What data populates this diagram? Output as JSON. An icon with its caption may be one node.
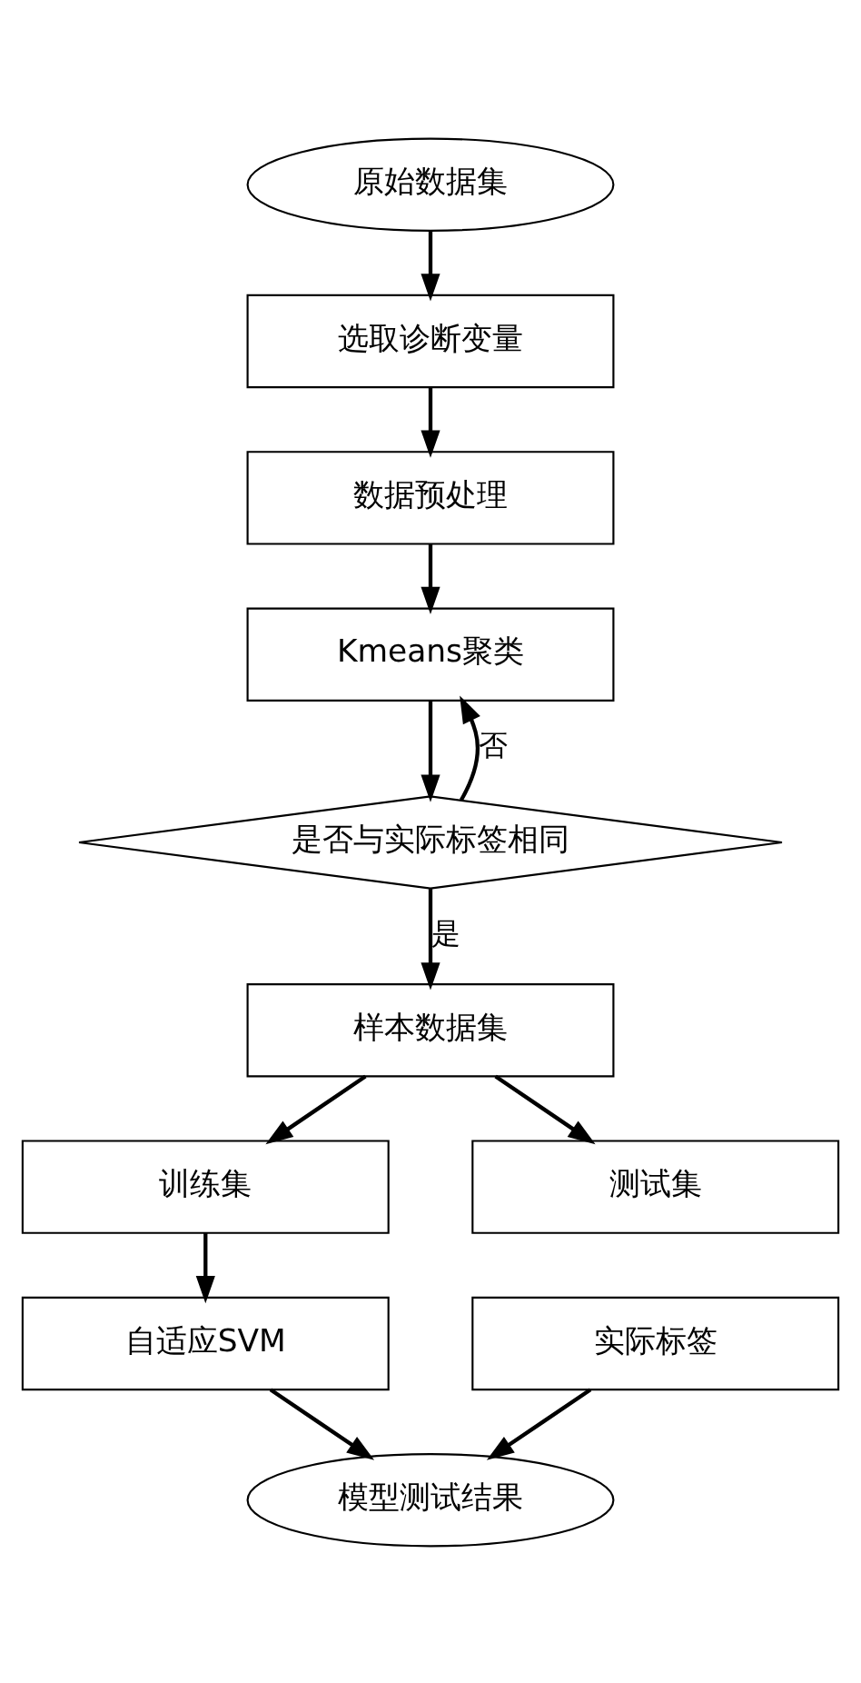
{
  "diagram": {
    "nodes": [
      {
        "text": [
          "原始数据集"
        ]
      },
      {
        "text": [
          "选取诊断变量"
        ]
      },
      {
        "text": [
          "数据预处理"
        ]
      },
      {
        "text": [
          "Kmeans聚类"
        ]
      },
      {
        "text": [
          "是否与实际标签相同"
        ]
      },
      {
        "text": [
          "样本数据集"
        ]
      },
      {
        "text": [
          "训练集"
        ]
      },
      {
        "text": [
          "测试集"
        ]
      },
      {
        "text": [
          "自适应SVM"
        ]
      },
      {
        "text": [
          "实际标签"
        ]
      },
      {
        "text": [
          "模型测试结果"
        ]
      }
    ],
    "edges": [
      {
        "from": 0,
        "to": 1,
        "arrow": "to"
      },
      {
        "from": 1,
        "to": 2,
        "arrow": "to"
      },
      {
        "from": 2,
        "to": 3,
        "arrow": "to"
      },
      {
        "from": 3,
        "to": 4,
        "arrow": "to"
      },
      {
        "from": 4,
        "to": 3,
        "arrow": "to",
        "label": "否"
      },
      {
        "from": 4,
        "to": 5,
        "arrow": "to",
        "label": "是"
      },
      {
        "from": 5,
        "to": 6,
        "arrow": "to"
      },
      {
        "from": 5,
        "to": 7,
        "arrow": "to"
      },
      {
        "from": 6,
        "to": 8,
        "arrow": "to"
      },
      {
        "from": 8,
        "to": 10,
        "arrow": "to"
      },
      {
        "from": 9,
        "to": 10,
        "arrow": "to"
      }
    ]
  }
}
